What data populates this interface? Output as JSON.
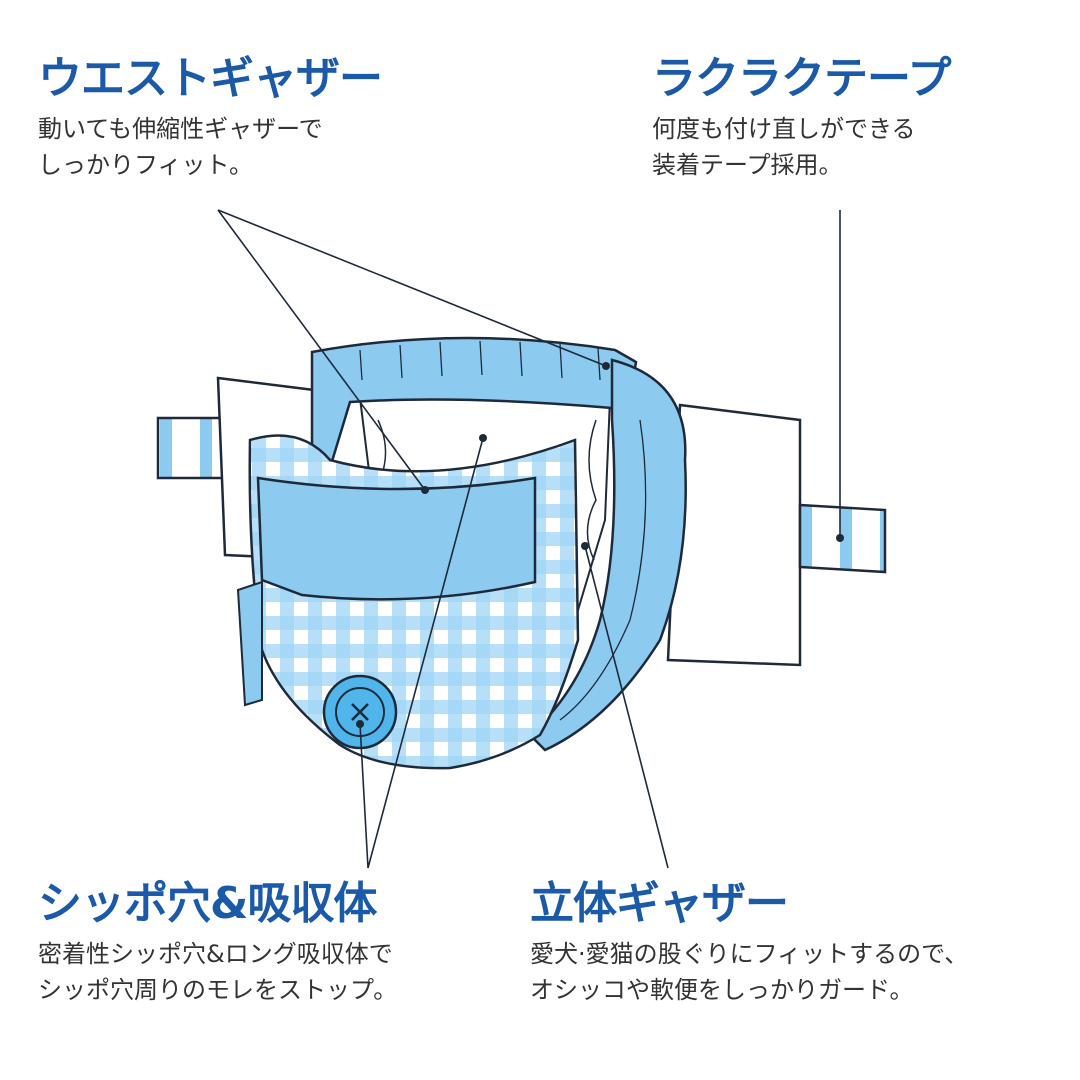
{
  "callouts": {
    "waist_gather": {
      "title": "ウエストギャザー",
      "desc": [
        "動いても伸縮性ギャザーで",
        "しっかりフィット。"
      ]
    },
    "easy_tape": {
      "title": "ラクラクテープ",
      "desc": [
        "何度も付け直しができる",
        "装着テープ採用。"
      ]
    },
    "tail_hole": {
      "title": "シッポ穴&吸収体",
      "desc": [
        "密着性シッポ穴&ロング吸収体で",
        "シッポ穴周りのモレをストップ。"
      ]
    },
    "leg_gather": {
      "title": "立体ギャザー",
      "desc": [
        "愛犬·愛猫の股ぐりにフィットするので、",
        "オシッコや軟便をしっかりガード。"
      ]
    }
  },
  "colors": {
    "title": "#1a5aa8",
    "band": "#8ccaf0",
    "check_light": "#cfe9fb",
    "check_dark": "#6fbfee",
    "outline": "#1e2a3a"
  }
}
